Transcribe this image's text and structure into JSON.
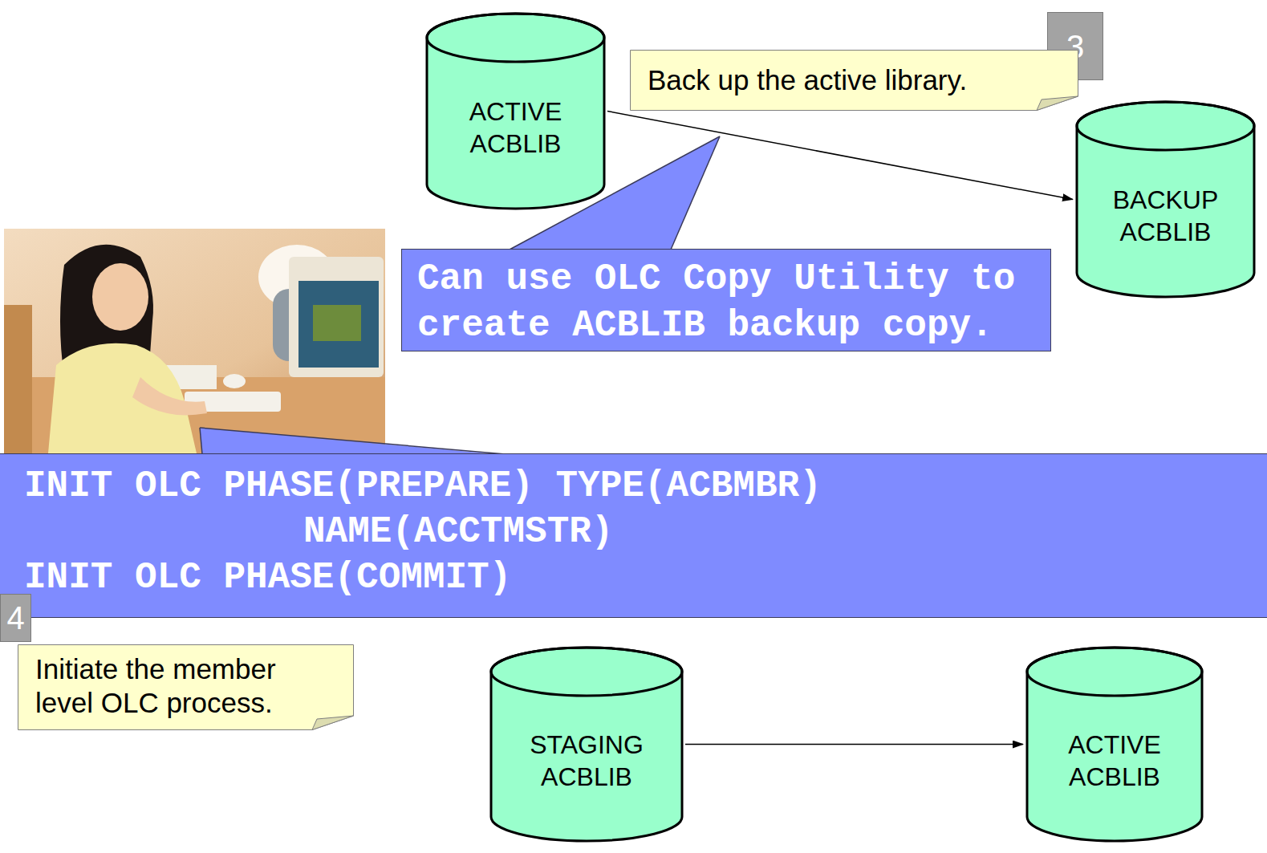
{
  "diagram": {
    "nodes": [
      {
        "text": [
          "ACTIVE ACBLIB"
        ]
      },
      {
        "text": [
          "3"
        ]
      },
      {
        "text": [
          "Back up the active library."
        ]
      },
      {
        "text": [
          "BACKUP ACBLIB"
        ]
      },
      {
        "text": [
          "Can use OLC Copy Utility to create ACBLIB backup copy."
        ]
      },
      {
        "text": [
          "INIT OLC PHASE(PREPARE) TYPE(ACBMBR)",
          "NAME(ACCTMSTR)",
          "INIT OLC PHASE(COMMIT)"
        ]
      },
      {
        "text": [
          "4"
        ]
      },
      {
        "text": [
          "Initiate the member level OLC process."
        ]
      },
      {
        "text": [
          "STAGING ACBLIB"
        ]
      },
      {
        "text": [
          "ACTIVE ACBLIB"
        ]
      }
    ],
    "edges": [
      {
        "from": 0,
        "to": 3,
        "arrow": "to"
      },
      {
        "from": 8,
        "to": 9,
        "arrow": "to"
      }
    ]
  }
}
